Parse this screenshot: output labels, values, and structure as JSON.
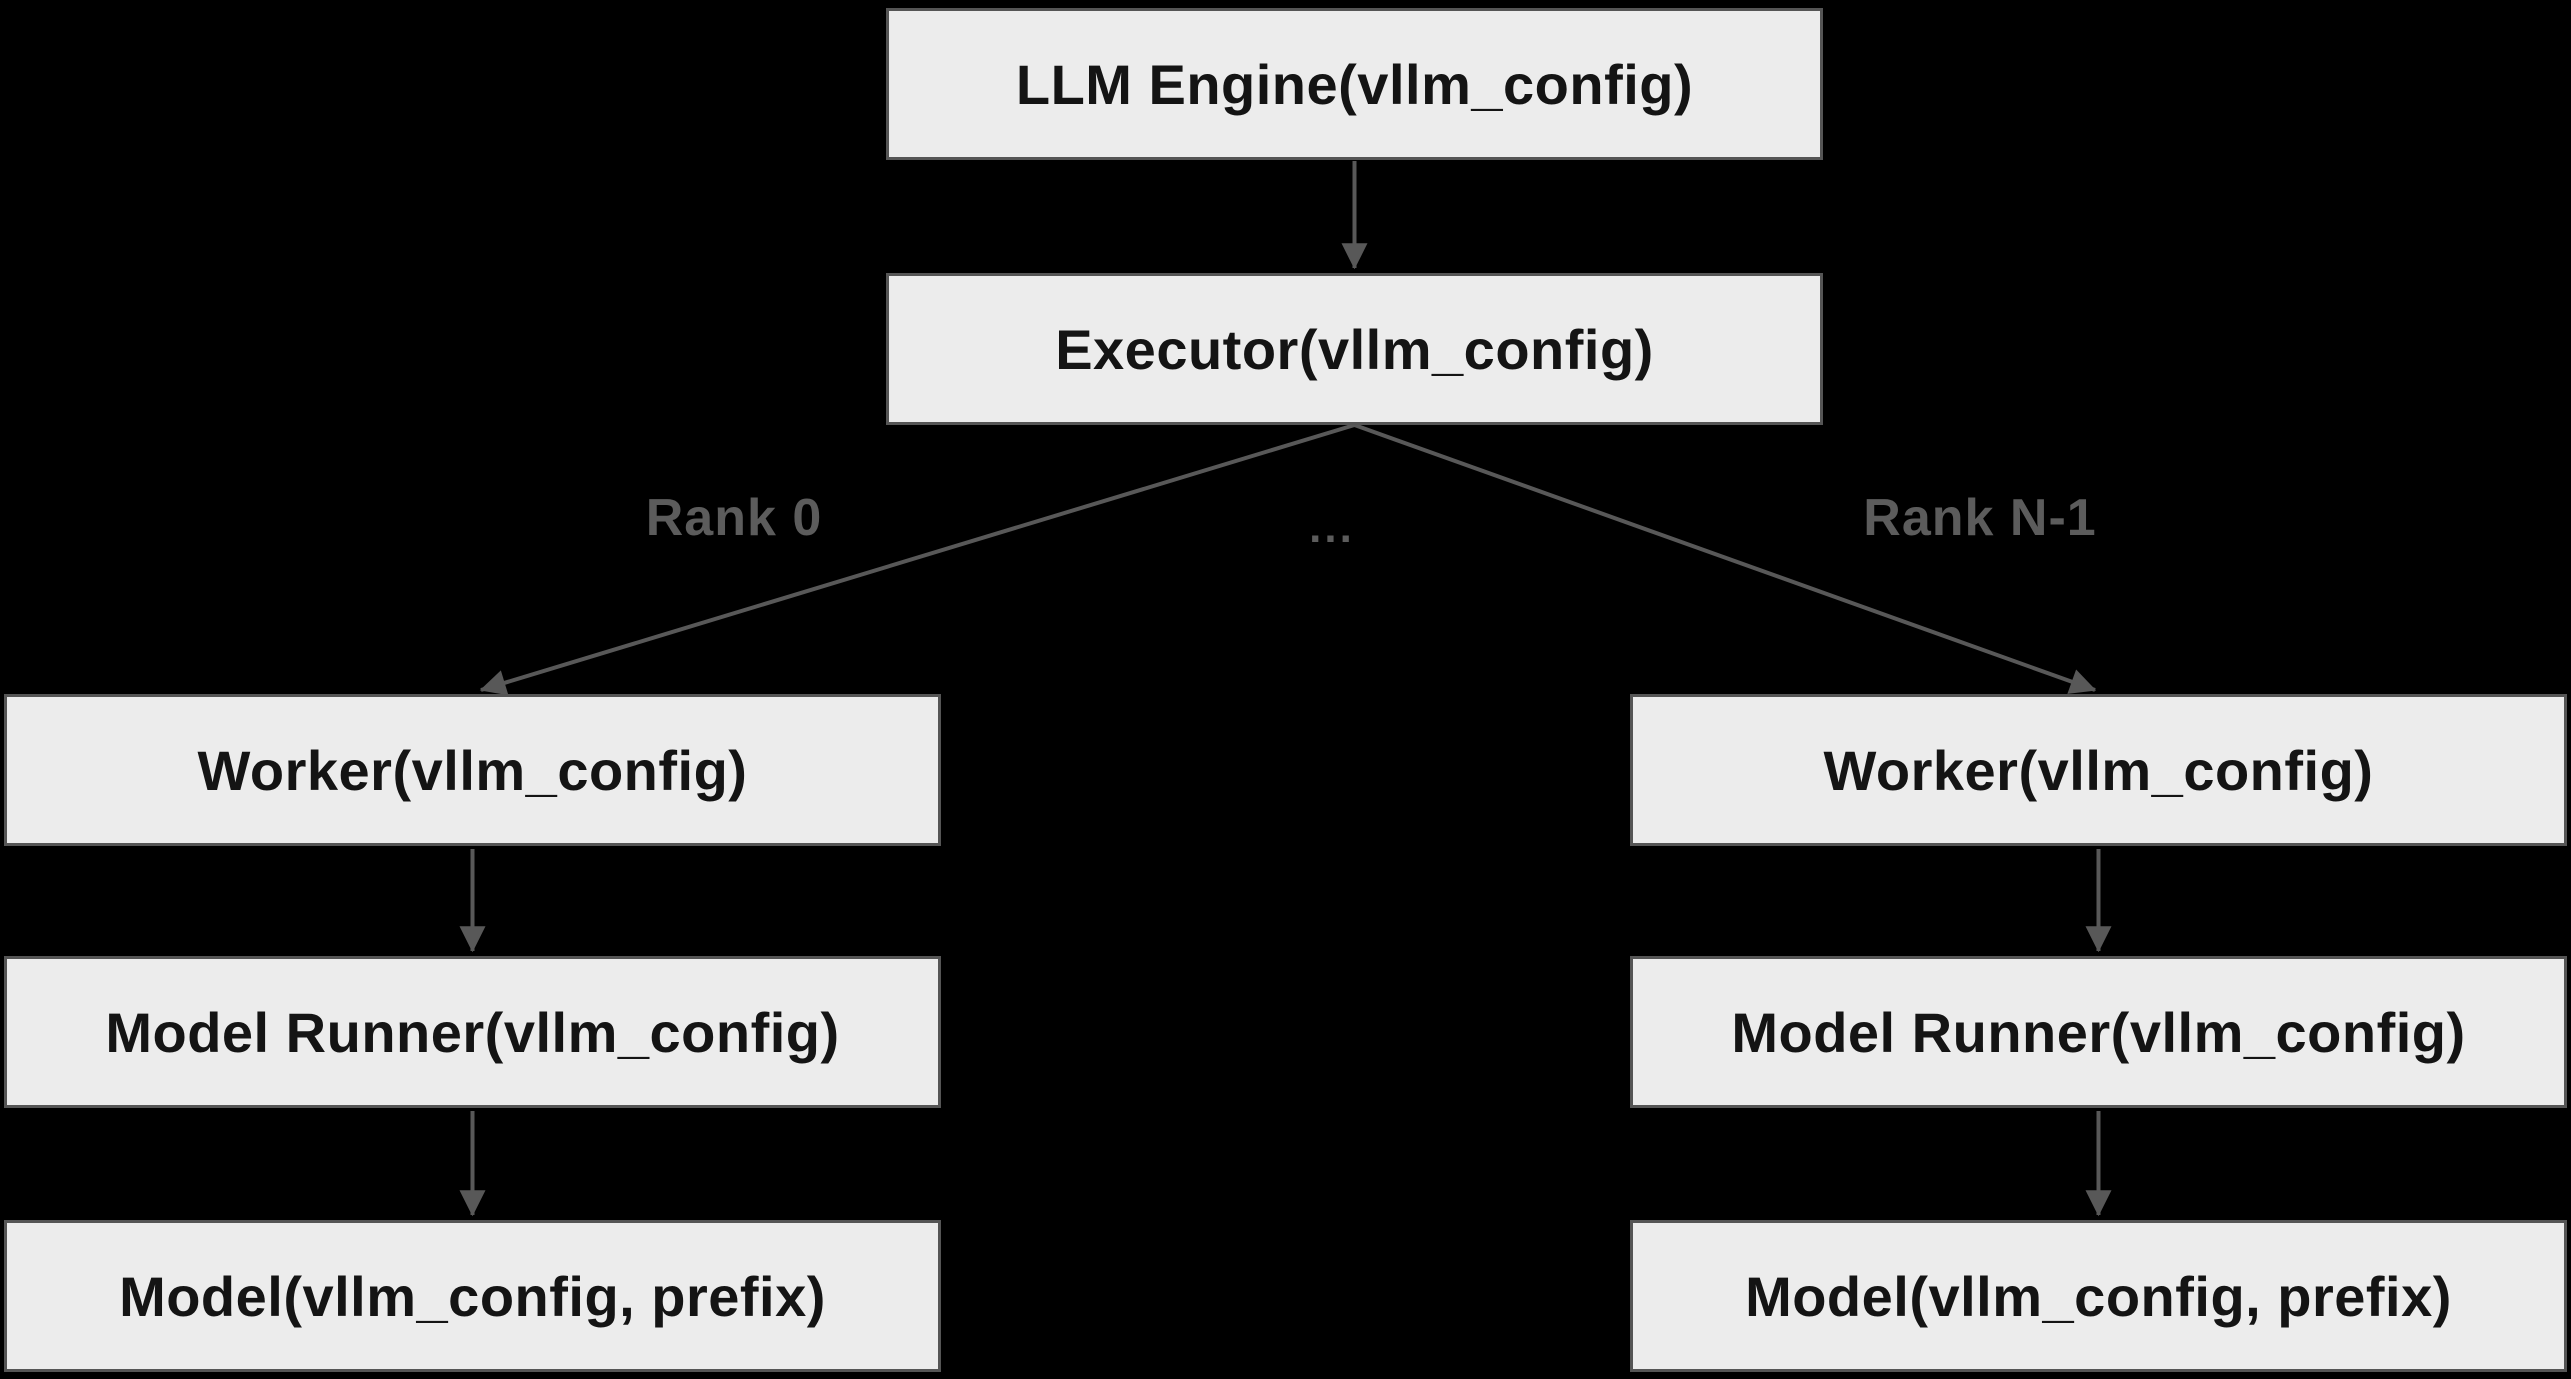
{
  "diagram": {
    "title": "vLLM engine / executor / worker hierarchy",
    "colors": {
      "background": "#000000",
      "node_fill": "#ececec",
      "node_border": "#555555",
      "node_text": "#141414",
      "edge_color": "#585858",
      "edge_label_color": "#5c5c5c"
    },
    "nodes": {
      "llm_engine": {
        "label": "LLM Engine(vllm_config)"
      },
      "executor": {
        "label": "Executor(vllm_config)"
      },
      "worker_left": {
        "label": "Worker(vllm_config)"
      },
      "worker_right": {
        "label": "Worker(vllm_config)"
      },
      "model_runner_left": {
        "label": "Model Runner(vllm_config)"
      },
      "model_runner_right": {
        "label": "Model Runner(vllm_config)"
      },
      "model_left": {
        "label": "Model(vllm_config, prefix)"
      },
      "model_right": {
        "label": "Model(vllm_config, prefix)"
      }
    },
    "edge_labels": {
      "rank0": "Rank 0",
      "middle": "...",
      "rank_n1": "Rank N-1"
    },
    "edges": [
      {
        "from": "llm_engine",
        "to": "executor",
        "label": ""
      },
      {
        "from": "executor",
        "to": "worker_left",
        "label": "Rank 0"
      },
      {
        "from": "executor",
        "to": "worker_right",
        "label": "Rank N-1"
      },
      {
        "from": "worker_left",
        "to": "model_runner_left",
        "label": ""
      },
      {
        "from": "model_runner_left",
        "to": "model_left",
        "label": ""
      },
      {
        "from": "worker_right",
        "to": "model_runner_right",
        "label": ""
      },
      {
        "from": "model_runner_right",
        "to": "model_right",
        "label": ""
      }
    ]
  }
}
